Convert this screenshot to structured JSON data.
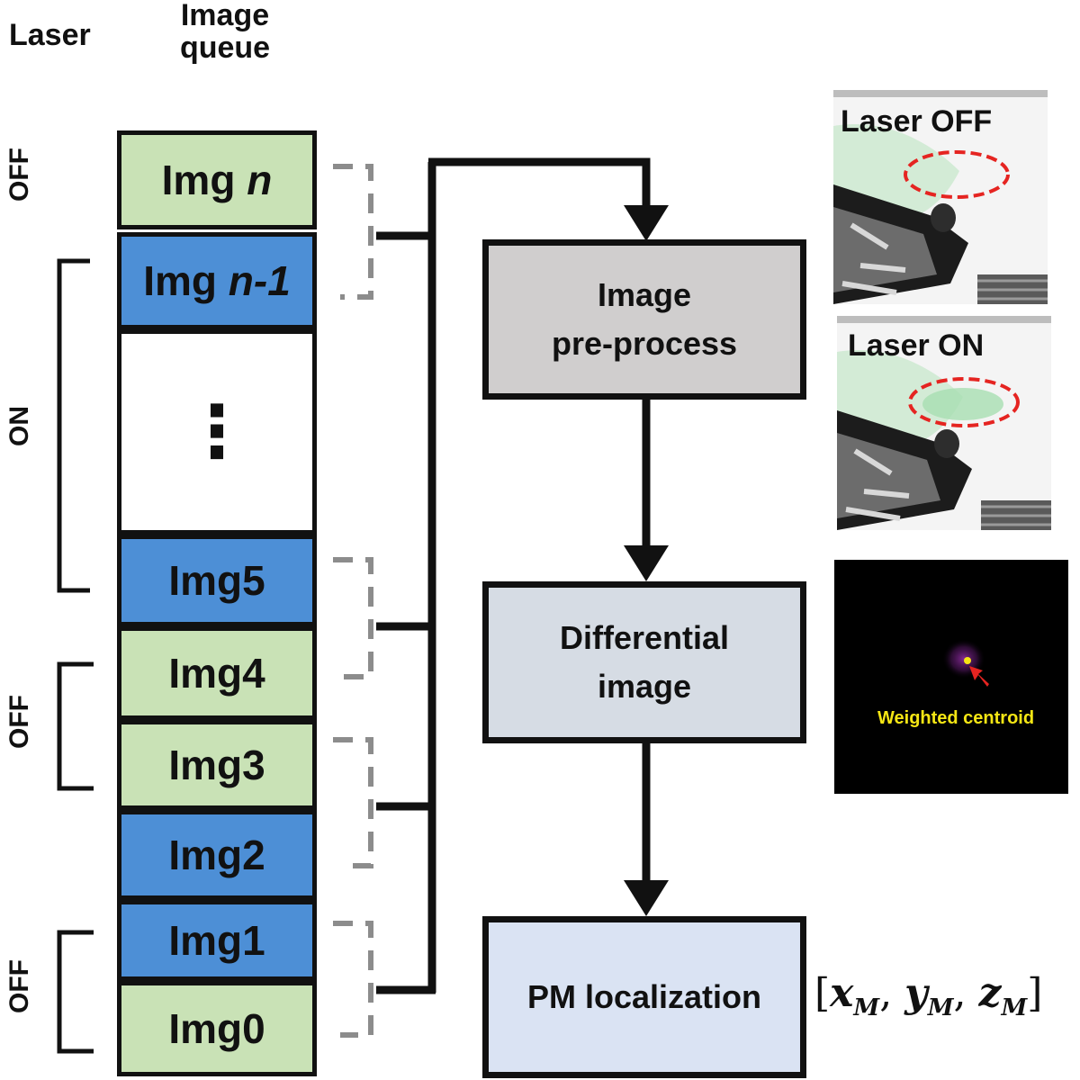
{
  "headers": {
    "laser": "Laser",
    "queue_line1": "Image",
    "queue_line2": "queue"
  },
  "states": {
    "off_top": "OFF",
    "on": "ON",
    "off_mid": "OFF",
    "off_bottom": "OFF"
  },
  "queue": {
    "img_n": "Img",
    "img_n_var": "n",
    "img_n1": "Img",
    "img_n1_var": "n-1",
    "ellipsis": "⋮",
    "img5": "Img5",
    "img4": "Img4",
    "img3": "Img3",
    "img2": "Img2",
    "img1": "Img1",
    "img0": "Img0"
  },
  "pipeline": {
    "preprocess_line1": "Image",
    "preprocess_line2": "pre-process",
    "differential_line1": "Differential",
    "differential_line2": "image",
    "localization": "PM localization"
  },
  "thumbnails": {
    "laser_off": "Laser OFF",
    "laser_on": "Laser ON",
    "centroid": "Weighted centroid"
  },
  "output": {
    "x": "x",
    "y": "y",
    "z": "z",
    "sub": "M"
  },
  "colors": {
    "green_cell": "#c9e2b6",
    "blue_cell": "#4d8fd6",
    "preprocess_box": "#d0cece",
    "differential_box": "#d6dce4",
    "localization_box": "#dae3f3",
    "ellipse": "#e52421",
    "centroid_text": "#f5e614"
  }
}
